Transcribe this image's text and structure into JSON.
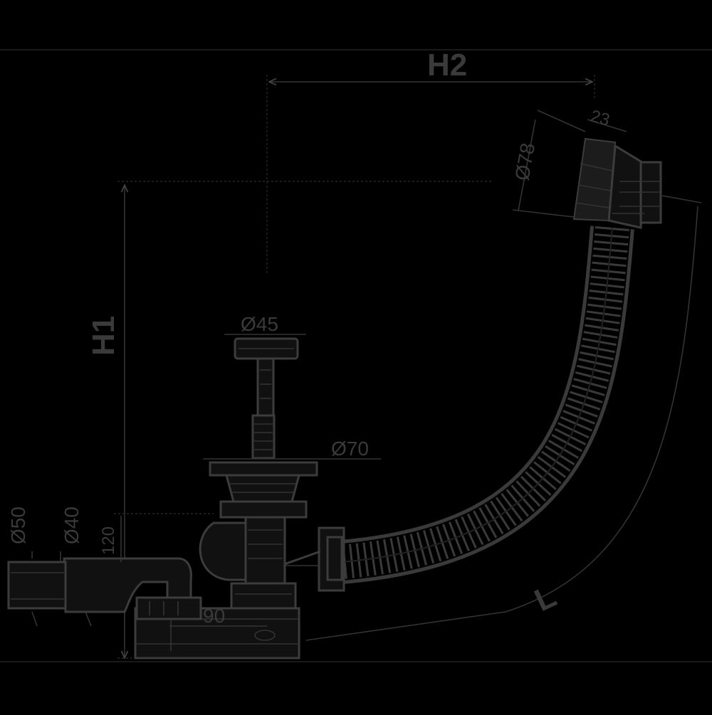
{
  "colors": {
    "background": "#000000",
    "line": "#3c3c3c"
  },
  "dimensions": {
    "h2": "H2",
    "h1": "H1",
    "d78": "Ø78",
    "d23": "23",
    "d45": "Ø45",
    "d70": "Ø70",
    "d50": "Ø50",
    "d40": "Ø40",
    "d120": "120",
    "d90": "90",
    "l": "L"
  }
}
